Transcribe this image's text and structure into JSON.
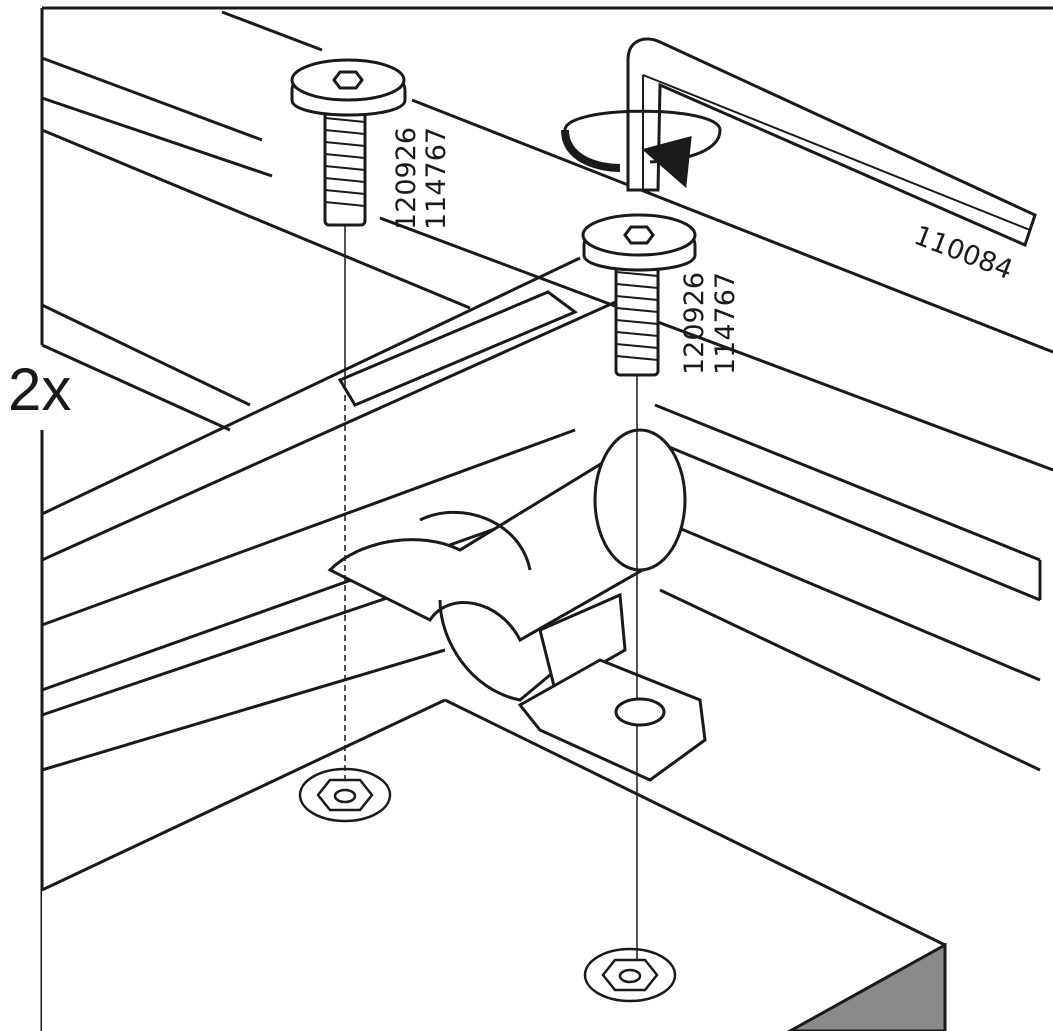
{
  "instruction": {
    "multiplier": "2x"
  },
  "screws": [
    {
      "part_number_1": "120926",
      "part_number_2": "114767"
    },
    {
      "part_number_1": "120926",
      "part_number_2": "114767"
    }
  ],
  "tool": {
    "part_number": "110084",
    "icon": "hex-key-icon"
  },
  "rotation_icon": "rotate-clockwise-icon",
  "colors": {
    "ink": "#1a1a1a",
    "paper": "#ffffff",
    "shade": "#8a8a8a"
  }
}
